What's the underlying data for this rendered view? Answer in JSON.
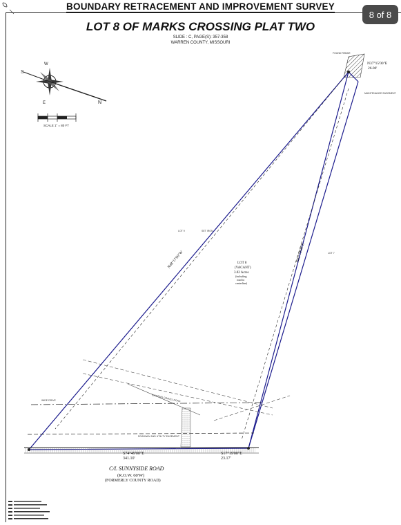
{
  "header": {
    "survey_title": "BOUNDARY RETRACEMENT AND IMPROVEMENT SURVEY",
    "plat_title": "LOT 8 OF MARKS CROSSING PLAT TWO",
    "slide_ref": "SLIDE : C, PAGE(S): 357-358",
    "county": "WARREN COUNTY, MISSOURI"
  },
  "page_badge": "8 of 8",
  "scale_label": "SCALE 1\" = 80 FT",
  "lot": {
    "name": "LOT 8",
    "status": "(VACANT)",
    "area": "3.02 Acres",
    "note1": "(including",
    "note2": "road to",
    "note3": "centerline)"
  },
  "bearings": {
    "north_course": "N37°15'00\"E",
    "north_distance": "26.00'",
    "west_line": "N48°17'00\"W",
    "east_line": "N03°19'00\"E",
    "south_course": "S74°49'00\"E",
    "south_distance": "341.10'",
    "se_course": "S17°19'00\"E",
    "se_distance": "23.17'"
  },
  "road": {
    "name": "C/L SUNNYSIDE ROAD",
    "row": "(R.O.W. 60'W)",
    "former": "(FORMERLY COUNTY ROAD)"
  },
  "notes": {
    "lot_nw": "LOT 9",
    "lot_east": "LOT 7",
    "found_rebar": "FOUND REBAR",
    "set_iron": "SET IRON",
    "easement": "MAINTENANCE EASEMENT",
    "existing_road": "EXISTING GRAVEL ROAD",
    "roadway": "ROADWAY AND UTILITY EASEMENT",
    "wide_drive": "WIDE DRIVE"
  },
  "colors": {
    "boundary": "#1a1a8c",
    "linework": "#222222",
    "badge": "#4a4a4a"
  }
}
